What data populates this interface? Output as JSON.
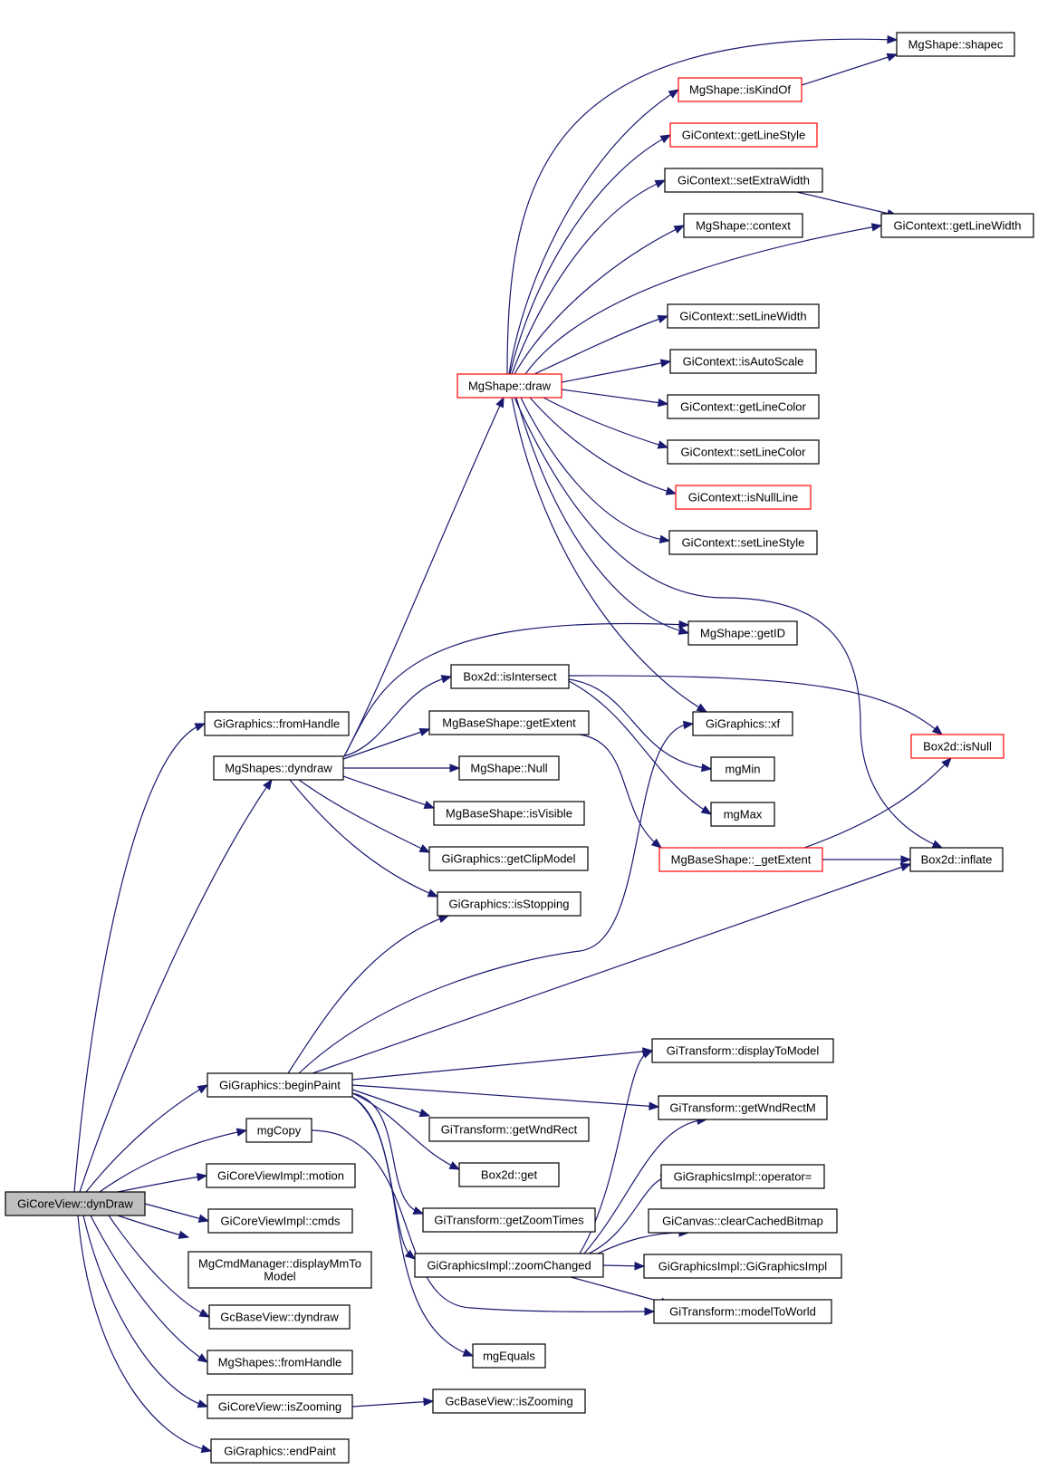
{
  "graph": {
    "nodes": [
      {
        "id": "root",
        "label": "GiCoreView::dynDraw",
        "kind": "root"
      },
      {
        "id": "fromHandleGr",
        "label": "GiGraphics::fromHandle"
      },
      {
        "id": "dyndrawShapes",
        "label": "MgShapes::dyndraw"
      },
      {
        "id": "beginPaint",
        "label": "GiGraphics::beginPaint"
      },
      {
        "id": "mgCopy",
        "label": "mgCopy"
      },
      {
        "id": "motion",
        "label": "GiCoreViewImpl::motion"
      },
      {
        "id": "cmds",
        "label": "GiCoreViewImpl::cmds"
      },
      {
        "id": "displayMmToModel",
        "label": "MgCmdManager::displayMmTo\nModel"
      },
      {
        "id": "gcDyndraw",
        "label": "GcBaseView::dyndraw"
      },
      {
        "id": "fromHandleSh",
        "label": "MgShapes::fromHandle"
      },
      {
        "id": "isZoomingCore",
        "label": "GiCoreView::isZooming"
      },
      {
        "id": "endPaint",
        "label": "GiGraphics::endPaint"
      },
      {
        "id": "shapeDraw",
        "label": "MgShape::draw",
        "kind": "truncated"
      },
      {
        "id": "box2dIsIntersect",
        "label": "Box2d::isIntersect"
      },
      {
        "id": "getExtent",
        "label": "MgBaseShape::getExtent"
      },
      {
        "id": "shapeNull",
        "label": "MgShape::Null"
      },
      {
        "id": "isVisible",
        "label": "MgBaseShape::isVisible"
      },
      {
        "id": "getClipModel",
        "label": "GiGraphics::getClipModel"
      },
      {
        "id": "isStopping",
        "label": "GiGraphics::isStopping"
      },
      {
        "id": "getWndRect",
        "label": "GiTransform::getWndRect"
      },
      {
        "id": "box2dGet",
        "label": "Box2d::get"
      },
      {
        "id": "getZoomTimes",
        "label": "GiTransform::getZoomTimes"
      },
      {
        "id": "zoomChanged",
        "label": "GiGraphicsImpl::zoomChanged"
      },
      {
        "id": "mgEquals",
        "label": "mgEquals"
      },
      {
        "id": "gcIsZooming",
        "label": "GcBaseView::isZooming"
      },
      {
        "id": "shapec",
        "label": "MgShape::shapec"
      },
      {
        "id": "isKindOf",
        "label": "MgShape::isKindOf",
        "kind": "truncated"
      },
      {
        "id": "getLineStyle",
        "label": "GiContext::getLineStyle",
        "kind": "truncated"
      },
      {
        "id": "setExtraWidth",
        "label": "GiContext::setExtraWidth"
      },
      {
        "id": "getLineWidth",
        "label": "GiContext::getLineWidth"
      },
      {
        "id": "context",
        "label": "MgShape::context"
      },
      {
        "id": "setLineWidth",
        "label": "GiContext::setLineWidth"
      },
      {
        "id": "isAutoScale",
        "label": "GiContext::isAutoScale"
      },
      {
        "id": "getLineColor",
        "label": "GiContext::getLineColor"
      },
      {
        "id": "setLineColor",
        "label": "GiContext::setLineColor"
      },
      {
        "id": "isNullLine",
        "label": "GiContext::isNullLine",
        "kind": "truncated"
      },
      {
        "id": "setLineStyle",
        "label": "GiContext::setLineStyle"
      },
      {
        "id": "getID",
        "label": "MgShape::getID"
      },
      {
        "id": "xf",
        "label": "GiGraphics::xf"
      },
      {
        "id": "mgMin",
        "label": "mgMin"
      },
      {
        "id": "mgMax",
        "label": "mgMax"
      },
      {
        "id": "privGetExtent",
        "label": "MgBaseShape::_getExtent",
        "kind": "truncated"
      },
      {
        "id": "box2dIsNull",
        "label": "Box2d::isNull",
        "kind": "truncated"
      },
      {
        "id": "inflate",
        "label": "Box2d::inflate"
      },
      {
        "id": "displayToModel",
        "label": "GiTransform::displayToModel"
      },
      {
        "id": "getWndRectM",
        "label": "GiTransform::getWndRectM"
      },
      {
        "id": "operatorAssign",
        "label": "GiGraphicsImpl::operator="
      },
      {
        "id": "clearCachedBitmap",
        "label": "GiCanvas::clearCachedBitmap"
      },
      {
        "id": "ctorImpl",
        "label": "GiGraphicsImpl::GiGraphicsImpl"
      },
      {
        "id": "modelToWorld",
        "label": "GiTransform::modelToWorld"
      }
    ],
    "edges": [
      [
        "root",
        "fromHandleGr"
      ],
      [
        "root",
        "dyndrawShapes"
      ],
      [
        "root",
        "beginPaint"
      ],
      [
        "root",
        "mgCopy"
      ],
      [
        "root",
        "motion"
      ],
      [
        "root",
        "cmds"
      ],
      [
        "root",
        "displayMmToModel"
      ],
      [
        "root",
        "gcDyndraw"
      ],
      [
        "root",
        "fromHandleSh"
      ],
      [
        "root",
        "isZoomingCore"
      ],
      [
        "root",
        "endPaint"
      ],
      [
        "dyndrawShapes",
        "shapeDraw"
      ],
      [
        "dyndrawShapes",
        "getID"
      ],
      [
        "dyndrawShapes",
        "box2dIsIntersect"
      ],
      [
        "dyndrawShapes",
        "getExtent"
      ],
      [
        "dyndrawShapes",
        "shapeNull"
      ],
      [
        "dyndrawShapes",
        "isVisible"
      ],
      [
        "dyndrawShapes",
        "getClipModel"
      ],
      [
        "dyndrawShapes",
        "isStopping"
      ],
      [
        "beginPaint",
        "isStopping"
      ],
      [
        "beginPaint",
        "xf"
      ],
      [
        "beginPaint",
        "inflate"
      ],
      [
        "beginPaint",
        "displayToModel"
      ],
      [
        "beginPaint",
        "getWndRectM"
      ],
      [
        "beginPaint",
        "getWndRect"
      ],
      [
        "beginPaint",
        "box2dGet"
      ],
      [
        "beginPaint",
        "getZoomTimes"
      ],
      [
        "beginPaint",
        "zoomChanged"
      ],
      [
        "beginPaint",
        "mgEquals"
      ],
      [
        "mgCopy",
        "modelToWorld"
      ],
      [
        "isZoomingCore",
        "gcIsZooming"
      ],
      [
        "shapeDraw",
        "shapec"
      ],
      [
        "shapeDraw",
        "isKindOf"
      ],
      [
        "shapeDraw",
        "getLineStyle"
      ],
      [
        "shapeDraw",
        "setExtraWidth"
      ],
      [
        "shapeDraw",
        "context"
      ],
      [
        "shapeDraw",
        "getLineWidth"
      ],
      [
        "shapeDraw",
        "setLineWidth"
      ],
      [
        "shapeDraw",
        "isAutoScale"
      ],
      [
        "shapeDraw",
        "getLineColor"
      ],
      [
        "shapeDraw",
        "setLineColor"
      ],
      [
        "shapeDraw",
        "isNullLine"
      ],
      [
        "shapeDraw",
        "setLineStyle"
      ],
      [
        "shapeDraw",
        "getID"
      ],
      [
        "shapeDraw",
        "xf"
      ],
      [
        "shapeDraw",
        "inflate"
      ],
      [
        "isKindOf",
        "shapec"
      ],
      [
        "setExtraWidth",
        "getLineWidth"
      ],
      [
        "box2dIsIntersect",
        "box2dIsNull"
      ],
      [
        "box2dIsIntersect",
        "mgMin"
      ],
      [
        "box2dIsIntersect",
        "mgMax"
      ],
      [
        "getExtent",
        "privGetExtent"
      ],
      [
        "privGetExtent",
        "inflate"
      ],
      [
        "privGetExtent",
        "box2dIsNull"
      ],
      [
        "zoomChanged",
        "displayToModel"
      ],
      [
        "zoomChanged",
        "getWndRectM"
      ],
      [
        "zoomChanged",
        "operatorAssign"
      ],
      [
        "zoomChanged",
        "clearCachedBitmap"
      ],
      [
        "zoomChanged",
        "ctorImpl"
      ],
      [
        "zoomChanged",
        "modelToWorld"
      ]
    ]
  }
}
